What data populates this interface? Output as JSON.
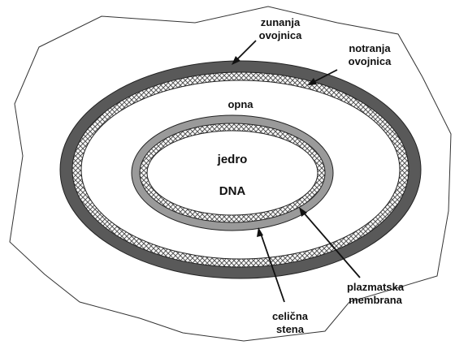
{
  "labels": {
    "zunanja_ovojnica": [
      "zunanja",
      "ovojnica"
    ],
    "notranja_ovojnica": [
      "notranja",
      "ovojnica"
    ],
    "opna": "opna",
    "jedro": "jedro",
    "dna": "DNA",
    "plazmatska_membrana": [
      "plazmatska",
      "membrana"
    ],
    "celicna_stena": [
      "celična",
      "stena"
    ]
  },
  "colors": {
    "outer_ring": "#595959",
    "inner_ring": "#9a9a9a",
    "hatch_dark": "#555555",
    "hatch_light": "#ffffff",
    "outline": "#222222"
  }
}
